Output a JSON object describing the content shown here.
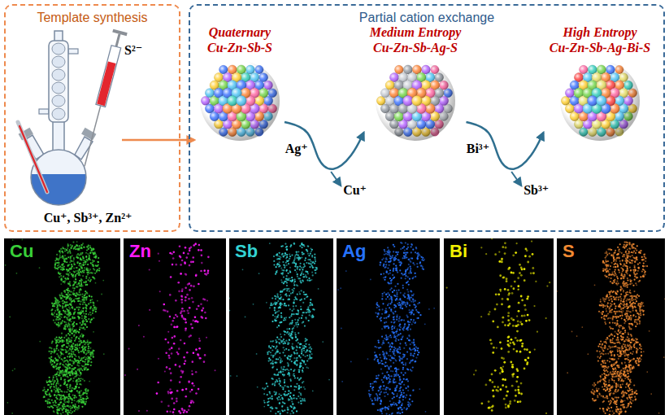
{
  "diagram": {
    "nodes": [
      {
        "text": [
          "Template synthesis"
        ]
      },
      {
        "text": [
          "Partial cation exchange"
        ]
      },
      {
        "text": [
          "Quaternary",
          "Cu-Zn-Sb-S"
        ],
        "in": 1
      },
      {
        "text": [
          "Medium Entropy",
          "Cu-Zn-Sb-Ag-S"
        ],
        "in": 1
      },
      {
        "text": [
          "High Entropy",
          "Cu-Zn-Sb-Ag-Bi-S"
        ],
        "in": 1
      },
      {
        "text": [
          "Cu"
        ]
      },
      {
        "text": [
          "Zn"
        ]
      },
      {
        "text": [
          "Sb"
        ]
      },
      {
        "text": [
          "Ag"
        ]
      },
      {
        "text": [
          "Bi"
        ]
      },
      {
        "text": [
          "S"
        ]
      }
    ],
    "edges": [
      {
        "from": 0,
        "to": 2,
        "arrow": "to"
      },
      {
        "from": 2,
        "to": 3,
        "label": "Ag⁺",
        "arrow": "to"
      },
      {
        "from": 3,
        "to": 4,
        "label": "Bi³⁺",
        "arrow": "to"
      }
    ],
    "labels": [
      "S²⁻",
      "Cu⁺, Sb³⁺, Zn²⁺",
      "Cu⁺",
      "Sb³⁺"
    ]
  }
}
